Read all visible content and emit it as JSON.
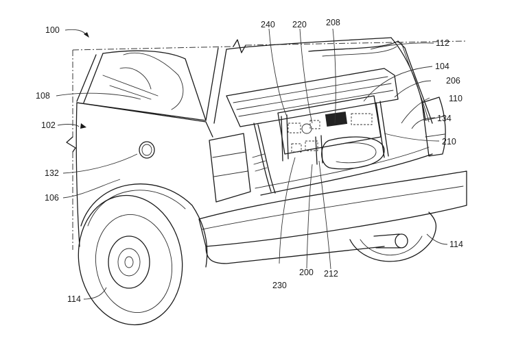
{
  "figure": {
    "type": "patent line drawing",
    "subject": "vehicle rear perspective view with open liftgate and cargo-area equipment"
  },
  "labels": {
    "l100": "100",
    "l240": "240",
    "l220": "220",
    "l208": "208",
    "l112": "112",
    "l104": "104",
    "l206": "206",
    "l108": "108",
    "l110": "110",
    "l134": "134",
    "l102": "102",
    "l210": "210",
    "l132": "132",
    "l106": "106",
    "l230": "230",
    "l200": "200",
    "l212": "212",
    "l114_right": "114",
    "l114_left": "114"
  }
}
